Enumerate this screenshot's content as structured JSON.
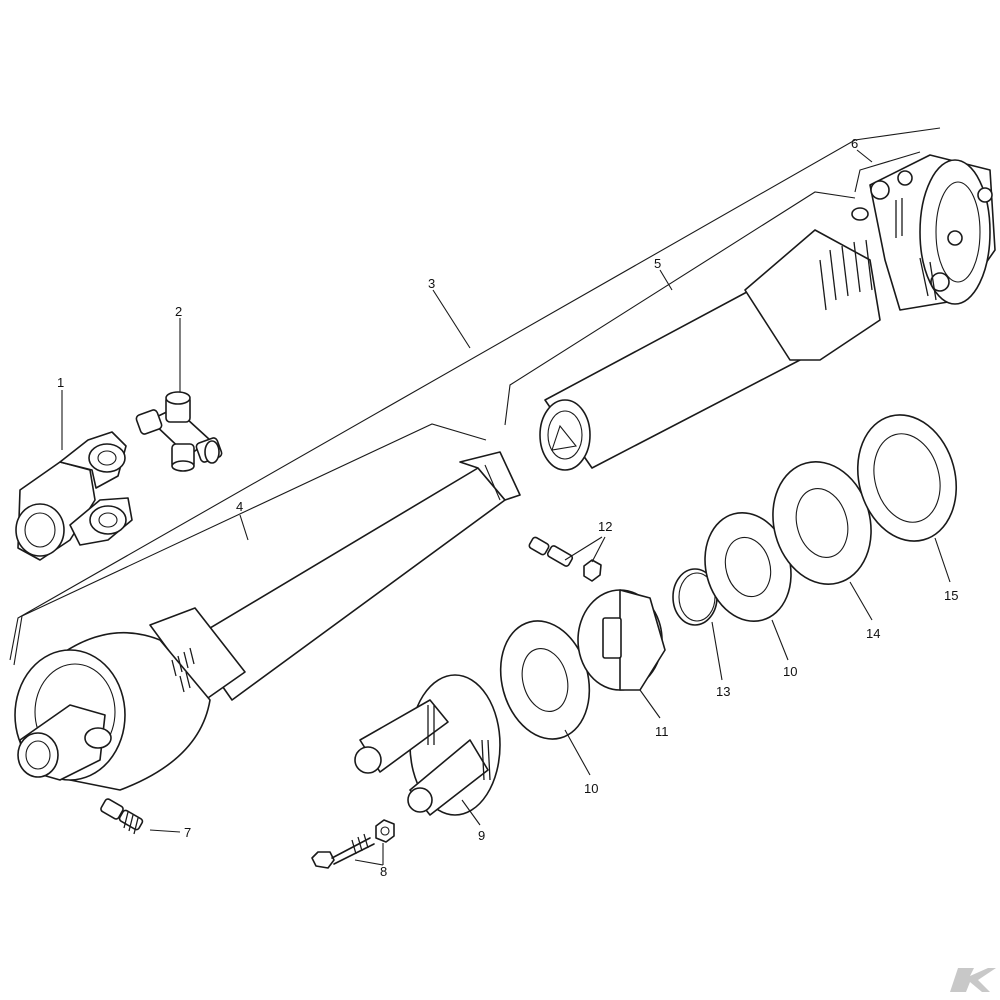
{
  "diagram": {
    "part_numbers": {
      "p1": "1",
      "p2": "2",
      "p3": "3",
      "p4": "4",
      "p5": "5",
      "p6": "6",
      "p7": "7",
      "p8": "8",
      "p9": "9",
      "p10a": "10",
      "p10b": "10",
      "p11": "11",
      "p12": "12",
      "p13": "13",
      "p14": "14",
      "p15": "15"
    },
    "logo": "K"
  }
}
